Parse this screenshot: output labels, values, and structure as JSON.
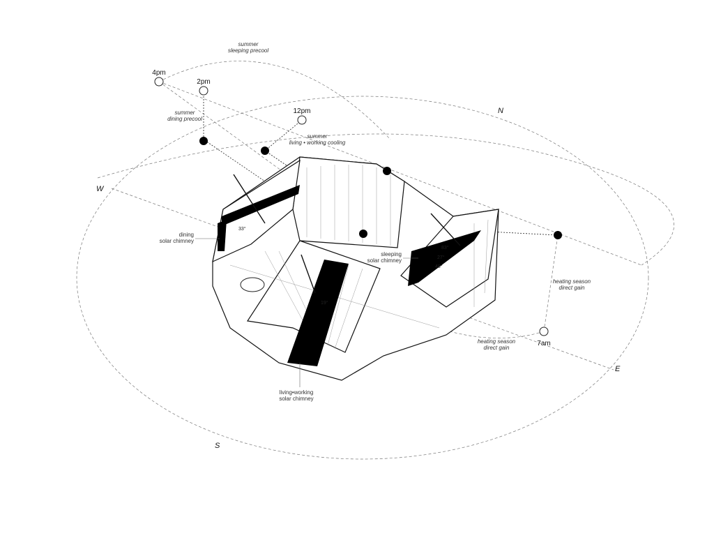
{
  "diagram": {
    "compass": {
      "north": "N",
      "west": "W",
      "east": "E",
      "south": "S"
    },
    "sun_times": {
      "t4pm": "4pm",
      "t2pm": "2pm",
      "t12pm": "12pm",
      "t7am": "7am"
    },
    "annotations": {
      "sleeping_precool": [
        "summer",
        "sleeping precool"
      ],
      "dining_precool": [
        "summer",
        "dining precool"
      ],
      "living_cooling": [
        "summer",
        "living • working cooling"
      ],
      "heating_gain_right": [
        "heating season",
        "direct gain"
      ],
      "heating_gain_low": [
        "heating season",
        "direct gain"
      ]
    },
    "chimneys": {
      "dining": [
        "dining",
        "solar chimney"
      ],
      "sleeping": [
        "sleeping",
        "solar chimney"
      ],
      "living": [
        "living•working",
        "solar chimney"
      ]
    },
    "angles": {
      "dining": "33°",
      "sleeping_a": "83°",
      "sleeping_b": "27°",
      "sleeping_c": "48°",
      "living": "19°"
    }
  }
}
